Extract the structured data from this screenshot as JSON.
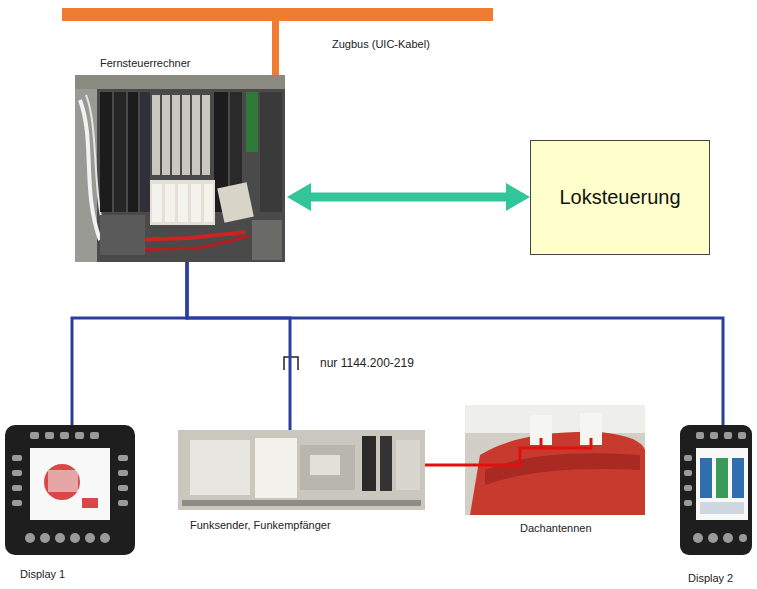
{
  "diagram": {
    "nodes": [
      {
        "text": [
          "Fernsteuerrechner"
        ]
      },
      {
        "text": [
          "Loksteuerung"
        ]
      },
      {
        "text": [
          "Display 1"
        ]
      },
      {
        "text": [
          "Funksender, Funkempfänger"
        ]
      },
      {
        "text": [
          "Dachantennen"
        ]
      },
      {
        "text": [
          "Display 2"
        ]
      }
    ],
    "edges": [
      {
        "from": 0,
        "to": 1,
        "arrow": "both"
      },
      {
        "from": 0,
        "to": 2,
        "arrow": "none"
      },
      {
        "from": 0,
        "to": 3,
        "arrow": "none",
        "label": "nur 1144.200-219"
      },
      {
        "from": 0,
        "to": 5,
        "arrow": "none"
      },
      {
        "from": 3,
        "to": 4,
        "arrow": "none"
      }
    ],
    "labels": [
      "Zugbus (UIC-Kabel)"
    ]
  }
}
